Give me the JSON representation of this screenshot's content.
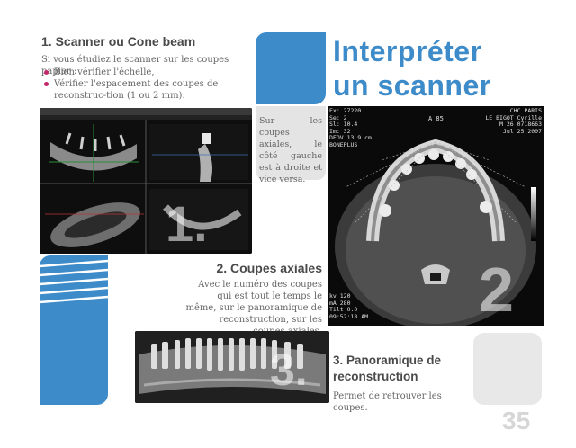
{
  "section1": {
    "heading": "1. Scanner ou Cone beam",
    "intro": "Si vous étudiez le scanner sur les coupes papier :",
    "bullets": [
      "Bien vérifier l'échelle,",
      "Vérifier l'espacement des coupes de reconstruc-tion (1 ou 2 mm)."
    ]
  },
  "title": {
    "line1": "Interpréter",
    "line2": "un scanner"
  },
  "note": "Sur les coupes axiales, le côté gauche est à droite et vice versa.",
  "section2": {
    "heading": "2. Coupes axiales",
    "text": "Avec le numéro des coupes qui est tout le temps le même, sur le panoramique de reconstruction, sur les coupes axiales."
  },
  "section3": {
    "heading_line1": "3. Panoramique de",
    "heading_line2": "reconstruction",
    "text": "Permet de retrouver les coupes."
  },
  "image_labels": {
    "cbct": "1.",
    "axial": "2",
    "pano": "3."
  },
  "axial_overlay": {
    "left_lines": [
      "Ex: 27220",
      "Se: 2",
      "Sl: 10.4",
      "Im: 32",
      "DFOV 13.9 cm",
      "BONEPLUS"
    ],
    "top_center": "A 85",
    "right_lines": [
      "CHC PARIS",
      "LE BIGOT Cyrille",
      "M 26 0718663",
      "Jul 25 2007"
    ],
    "bottom_left": [
      "kv 120",
      "mA 280",
      "Tilt 0.0",
      "09:52:18 AM"
    ]
  },
  "page_number": "35",
  "colors": {
    "accent_blue": "#3e8bc9",
    "bullet_magenta": "#c4286b",
    "heading_gray": "#4a4a4a",
    "body_gray": "#666666",
    "panel_gray": "#e4e4e4"
  }
}
